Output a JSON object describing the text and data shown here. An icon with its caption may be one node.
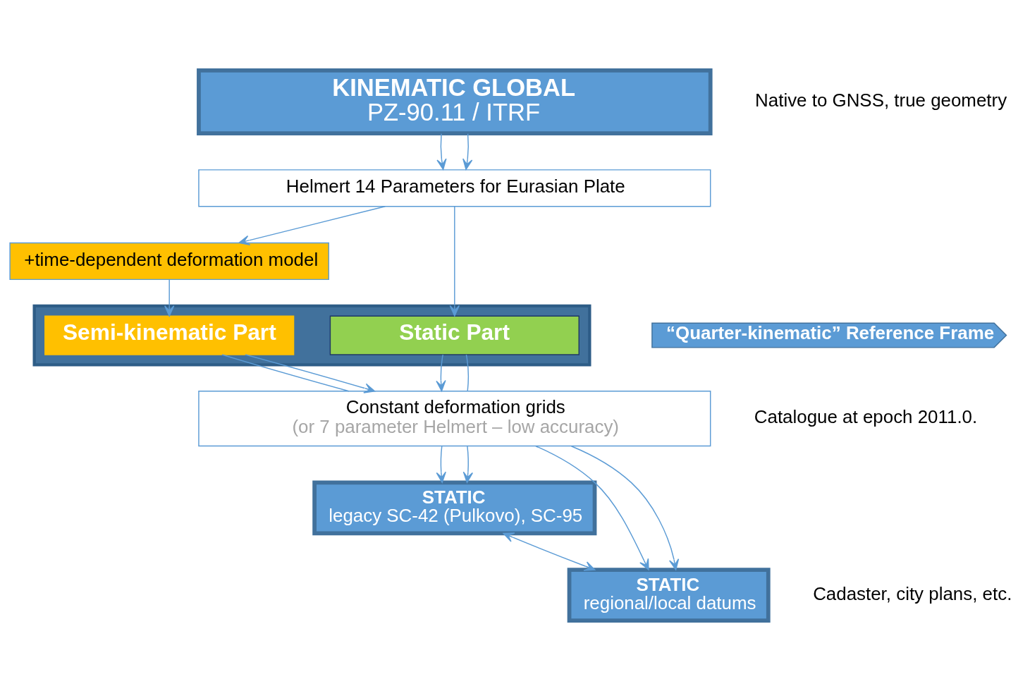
{
  "diagram": {
    "nodes": [
      {
        "text": [
          "KINEMATIC GLOBAL",
          "PZ-90.11 / ITRF"
        ]
      },
      {
        "text": [
          "Helmert 14 Parameters for Eurasian Plate"
        ]
      },
      {
        "text": [
          "+time-dependent deformation model"
        ]
      },
      {
        "text": [],
        "shape": "box"
      },
      {
        "text": [
          "Static Part"
        ],
        "in": 3
      },
      {
        "text": [
          "Semi-kinematic Part"
        ],
        "in": 3
      },
      {
        "text": [
          "Constant deformation grids",
          "(or 7 parameter Helmert – low accuracy)"
        ]
      },
      {
        "text": [
          "STATIC",
          "legacy SC-42 (Pulkovo), SC-95"
        ]
      },
      {
        "text": [
          "STATIC",
          "regional/local datums"
        ]
      },
      {
        "text": [
          "“Quarter-kinematic” Reference Frame"
        ]
      }
    ],
    "edges": [
      {
        "from": 0,
        "to": 1,
        "arrow": "to"
      },
      {
        "from": 0,
        "to": 1,
        "arrow": "to"
      },
      {
        "from": 1,
        "to": 4,
        "arrow": "to"
      },
      {
        "from": 1,
        "to": 2,
        "arrow": "to"
      },
      {
        "from": 2,
        "to": 5,
        "arrow": "to"
      },
      {
        "from": 4,
        "to": 6,
        "arrow": "to"
      },
      {
        "from": 4,
        "to": 6,
        "arrow": "none"
      },
      {
        "from": 5,
        "to": 6,
        "arrow": "none"
      },
      {
        "from": 5,
        "to": 6,
        "arrow": "to"
      },
      {
        "from": 6,
        "to": 7,
        "arrow": "to"
      },
      {
        "from": 6,
        "to": 7,
        "arrow": "to"
      },
      {
        "from": 6,
        "to": 8,
        "arrow": "to"
      },
      {
        "from": 6,
        "to": 8,
        "arrow": "to"
      },
      {
        "from": 7,
        "to": 8,
        "arrow": "both"
      }
    ],
    "labels": [
      "Native to GNSS, true geometry",
      "Catalogue at epoch 2011.0.",
      "Cadaster, city plans, etc."
    ]
  }
}
